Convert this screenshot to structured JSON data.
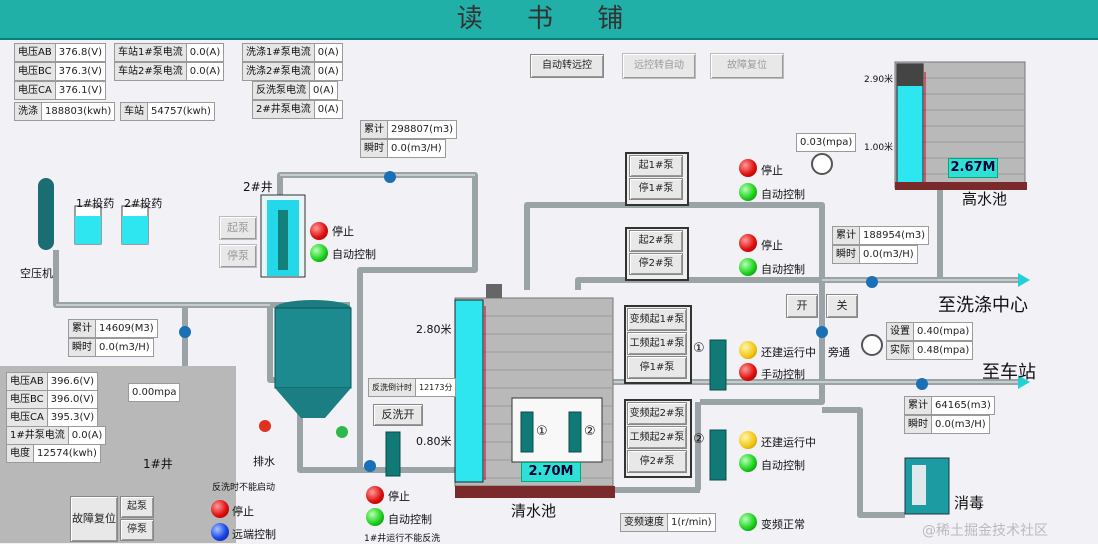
{
  "header": {
    "title": "读 书 铺"
  },
  "power_top": [
    {
      "label": "电压AB",
      "value": "376.8(V)"
    },
    {
      "label": "电压BC",
      "value": "376.3(V)"
    },
    {
      "label": "电压CA",
      "value": "376.1(V)"
    },
    {
      "label": "洗涤",
      "value": "188803(kwh)"
    }
  ],
  "station_current": [
    {
      "label": "车站1#泵电流",
      "value": "0.0(A)"
    },
    {
      "label": "车站2#泵电流",
      "value": "0.0(A)"
    },
    {
      "label": "车站",
      "value": "54757(kwh)"
    }
  ],
  "wash_current": [
    {
      "label": "洗涤1#泵电流",
      "value": "0(A)"
    },
    {
      "label": "洗涤2#泵电流",
      "value": "0(A)"
    },
    {
      "label": "反洗泵电流",
      "value": "0(A)"
    },
    {
      "label": "2#井泵电流",
      "value": "0(A)"
    }
  ],
  "mode_buttons": {
    "auto_to_remote": "自动转远控",
    "remote_to_auto": "远控转自动",
    "fault_reset": "故障复位"
  },
  "flow_top": {
    "total_label": "累计",
    "total_value": "298807(m3)",
    "instant_label": "瞬时",
    "instant_value": "0.0(m3/H)"
  },
  "well2": {
    "title": "2#井",
    "start": "起泵",
    "stop": "停泵",
    "status1": "停止",
    "status2": "自动控制"
  },
  "dosing": {
    "d1": "1#投药",
    "d2": "2#投药",
    "compressor": "空压机"
  },
  "flow_left": {
    "total_label": "累计",
    "total_value": "14609(M3)",
    "instant_label": "瞬时",
    "instant_value": "0.0(m3/H)"
  },
  "left_panel": {
    "pressure": "0.00mpa",
    "readings": [
      {
        "label": "电压AB",
        "value": "396.6(V)"
      },
      {
        "label": "电压BC",
        "value": "396.0(V)"
      },
      {
        "label": "电压CA",
        "value": "395.3(V)"
      },
      {
        "label": "1#井泵电流",
        "value": "0.0(A)"
      },
      {
        "label": "电度",
        "value": "12574(kwh)"
      }
    ],
    "well1": "1#井",
    "fault_reset": "故障复位",
    "start": "起泵",
    "stop": "停泵",
    "note": "反洗时不能启动",
    "status1": "停止",
    "status2": "远端控制"
  },
  "drain": "排水",
  "backwash": {
    "timer_label": "反洗倒计时",
    "timer_value": "12173分",
    "button": "反洗开",
    "status1": "停止",
    "status2": "自动控制",
    "note": "1#井运行不能反洗"
  },
  "clear_pool": {
    "name": "清水池",
    "level": "2.70M",
    "mark_high": "2.80米",
    "mark_low": "0.80米",
    "pump1": "①",
    "pump2": "②"
  },
  "pump_groups": [
    {
      "start": "起1#泵",
      "stop": "停1#泵",
      "status1": "停止",
      "status2": "自动控制"
    },
    {
      "start": "起2#泵",
      "stop": "停2#泵",
      "status1": "停止",
      "status2": "自动控制"
    }
  ],
  "vfd_groups": [
    {
      "start": "变频起1#泵",
      "freq": "工频起1#泵",
      "stop": "停1#泵",
      "num": "①",
      "status1": "还建运行中",
      "status2": "手动控制"
    },
    {
      "start": "变频起2#泵",
      "freq": "工频起2#泵",
      "stop": "停2#泵",
      "num": "②",
      "status1": "还建运行中",
      "status2": "自动控制"
    }
  ],
  "high_pool": {
    "name": "高水池",
    "level": "2.67M",
    "mark_high": "2.90米",
    "mark_low": "1.00米",
    "pressure": "0.03(mpa)"
  },
  "wash_flow": {
    "total_label": "累计",
    "total_value": "188954(m3)",
    "instant_label": "瞬时",
    "instant_value": "0.0(m3/H)"
  },
  "bypass": {
    "open": "开",
    "close": "关",
    "label": "旁通"
  },
  "pressure_set": {
    "set_label": "设置",
    "set_value": "0.40(mpa)",
    "actual_label": "实际",
    "actual_value": "0.48(mpa)"
  },
  "destinations": {
    "wash": "至洗涤中心",
    "station": "至车站"
  },
  "station_flow": {
    "total_label": "累计",
    "total_value": "64165(m3)",
    "instant_label": "瞬时",
    "instant_value": "0.0(m3/H)"
  },
  "vfd_speed": {
    "label": "变频速度",
    "value": "1(r/min)",
    "status": "变频正常"
  },
  "disinfect": "消毒",
  "watermark": "@稀土掘金技术社区"
}
